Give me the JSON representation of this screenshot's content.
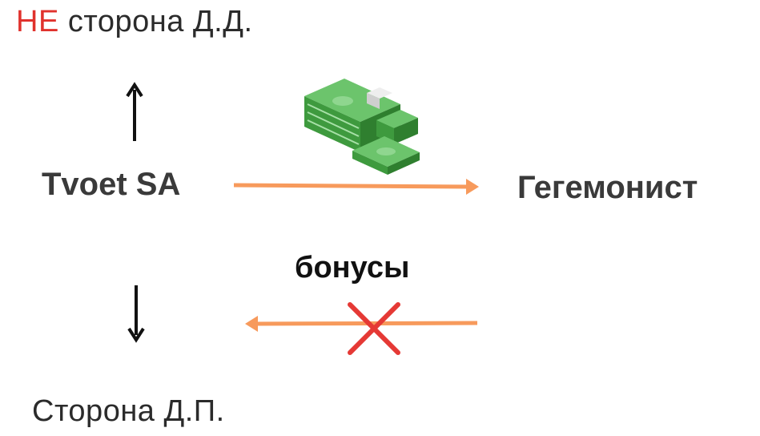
{
  "top_label": {
    "negation": "НЕ",
    "rest": " сторона Д.Д."
  },
  "bottom_label": "Сторона Д.П.",
  "nodes": {
    "left": "Tvoet SA",
    "right": "Гегемонист"
  },
  "edge_bottom_label": "бонусы",
  "icons": [
    "money-stack-icon",
    "cross-icon",
    "arrow-up-icon",
    "arrow-down-icon"
  ],
  "colors": {
    "arrow": "#f79a5c",
    "negation": "#e0322d",
    "cross": "#e53935",
    "money": "#3fa53f"
  }
}
